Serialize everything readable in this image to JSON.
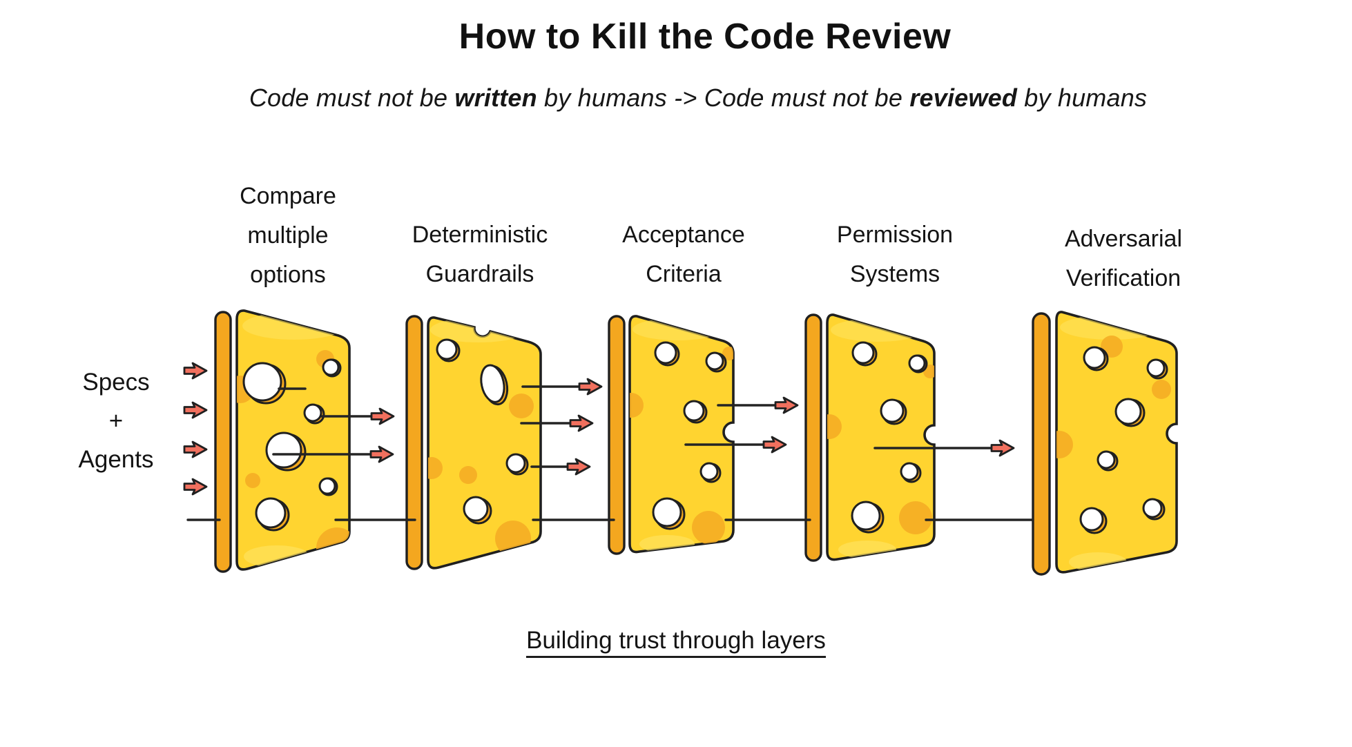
{
  "title": "How to Kill the Code Review",
  "subtitle": {
    "parts": [
      {
        "text": "Code must not be "
      },
      {
        "text": "written",
        "style": "bold"
      },
      {
        "text": " by humans -> Code must not be "
      },
      {
        "text": "reviewed",
        "style": "bold"
      },
      {
        "text": " by humans"
      }
    ]
  },
  "source": {
    "line1": "Specs",
    "line2": "+",
    "line3": "Agents"
  },
  "layers": [
    {
      "label_lines": [
        "Compare",
        "multiple",
        "options"
      ]
    },
    {
      "label_lines": [
        "Deterministic",
        "Guardrails"
      ]
    },
    {
      "label_lines": [
        "Acceptance",
        "Criteria"
      ]
    },
    {
      "label_lines": [
        "Permission",
        "Systems"
      ]
    },
    {
      "label_lines": [
        "Adversarial",
        "Verification"
      ]
    }
  ],
  "caption": "Building trust through layers",
  "colors": {
    "cheese_face": "#FFD430",
    "cheese_face_light": "#FFE25C",
    "cheese_rim": "#F4A71F",
    "cheese_spot": "#F5AD25",
    "arrow_red": "#F1705E",
    "ink": "#202020",
    "background": "#FFFFFF"
  }
}
